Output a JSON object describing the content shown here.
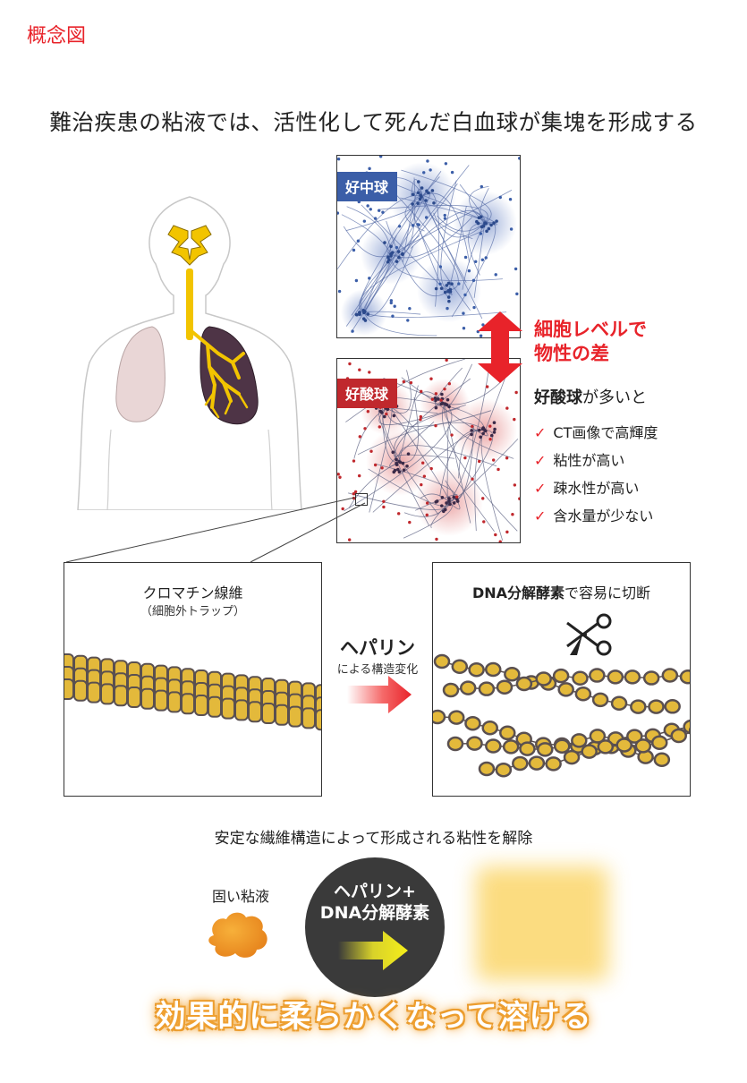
{
  "header": {
    "tag": "概念図",
    "headline": "難治疾患の粘液では、活性化して死んだ白血球が集塊を形成する"
  },
  "cells": {
    "neutrophil_label": "好中球",
    "eosinophil_label": "好酸球",
    "difference_line1": "細胞レベルで",
    "difference_line2": "物性の差"
  },
  "eosinophil_effects": {
    "title_bold": "好酸球",
    "title_rest": "が多いと",
    "items": [
      "CT画像で高輝度",
      "粘性が高い",
      "疎水性が高い",
      "含水量が少ない"
    ]
  },
  "chromatin_box": {
    "caption": "クロマチン線維",
    "sub": "（細胞外トラップ）"
  },
  "heparin_arrow": {
    "title": "ヘパリン",
    "sub": "による構造変化"
  },
  "dnase_box": {
    "title_bold": "DNA分解酵素",
    "title_rest": "で容易に切断"
  },
  "bottom": {
    "resolve_text": "安定な繊維構造によって形成される粘性を解除",
    "hard_mucus_label": "固い粘液",
    "circle_line1": "ヘパリン+",
    "circle_line2": "DNA分解酵素",
    "effect_text": "効果的に柔らかくなって溶ける"
  },
  "colors": {
    "accent_red": "#e8232a",
    "neutrophil_blue": "#3b5ea8",
    "eosinophil_red": "#c0282d",
    "airway_yellow": "#f2c400",
    "lung_purple": "#4e3446",
    "lung_pink": "#e9d6d6",
    "nucleosome_gold": "#e3b93b",
    "dark_circle": "#3a3a3a"
  },
  "icons": {
    "scissors": "scissors-icon",
    "red_arrow": "right-arrow-icon",
    "yellow_arrow": "right-arrow-icon",
    "double_arrow": "up-down-arrow-icon",
    "check": "check-icon"
  }
}
